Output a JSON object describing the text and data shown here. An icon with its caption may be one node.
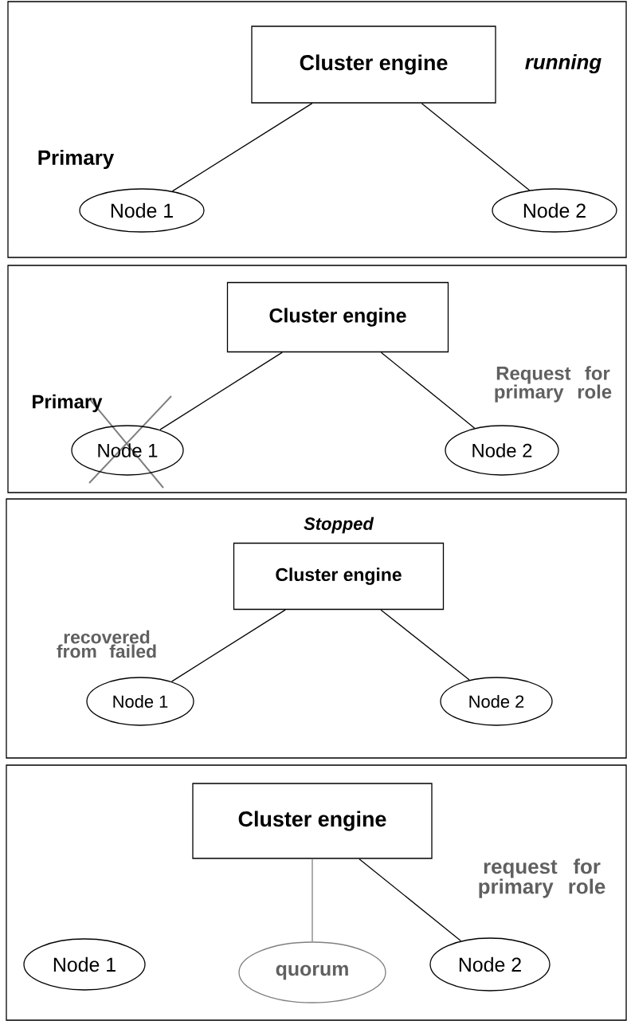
{
  "diagram": {
    "nodes": [
      {
        "text": [],
        "shape": "box"
      },
      {
        "text": [
          "Cluster engine"
        ],
        "in": 0,
        "beside": [
          "running"
        ]
      },
      {
        "text": [
          "Node 1"
        ],
        "in": 0,
        "beside": [
          "Primary"
        ]
      },
      {
        "text": [
          "Node 2"
        ],
        "in": 0
      },
      {
        "text": [],
        "shape": "box"
      },
      {
        "text": [
          "Cluster engine"
        ],
        "in": 4
      },
      {
        "text": [
          "Node 1"
        ],
        "in": 4,
        "beside": [
          "Primary"
        ]
      },
      {
        "text": [
          "Node 2"
        ],
        "in": 4,
        "beside": [
          "Request for primary role"
        ]
      },
      {
        "text": [],
        "shape": "box"
      },
      {
        "text": [
          "Cluster engine"
        ],
        "in": 8,
        "beside": [
          "Stopped"
        ]
      },
      {
        "text": [
          "Node 1"
        ],
        "in": 8,
        "beside": [
          "recovered from failed"
        ]
      },
      {
        "text": [
          "Node 2"
        ],
        "in": 8
      },
      {
        "text": [],
        "shape": "box"
      },
      {
        "text": [
          "Cluster engine"
        ],
        "in": 12
      },
      {
        "text": [
          "Node 1"
        ],
        "in": 12
      },
      {
        "text": [
          "quorum"
        ],
        "in": 12
      },
      {
        "text": [
          "Node 2"
        ],
        "in": 12,
        "beside": [
          "request for primary role"
        ]
      }
    ],
    "edges": [
      {
        "from": 1,
        "to": 2,
        "arrow": "none"
      },
      {
        "from": 1,
        "to": 3,
        "arrow": "none"
      },
      {
        "from": 5,
        "to": 6,
        "arrow": "none"
      },
      {
        "from": 5,
        "to": 7,
        "arrow": "none"
      },
      {
        "from": 9,
        "to": 10,
        "arrow": "none"
      },
      {
        "from": 9,
        "to": 11,
        "arrow": "none"
      },
      {
        "from": 13,
        "to": 15,
        "arrow": "none",
        "color": "#808080"
      },
      {
        "from": 13,
        "to": 16,
        "arrow": "none"
      }
    ]
  }
}
